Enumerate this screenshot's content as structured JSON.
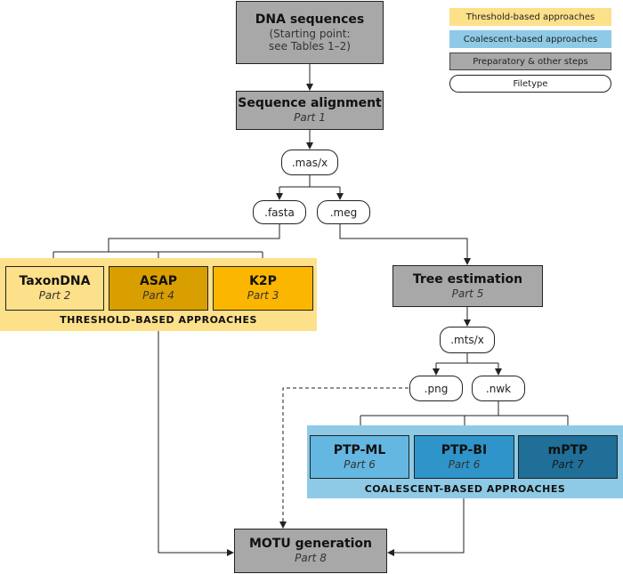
{
  "legend": [
    {
      "label": "Threshold-based approaches",
      "color": "#fde08a"
    },
    {
      "label": "Coalescent-based approaches",
      "color": "#8ecae6"
    },
    {
      "label": "Preparatory & other steps",
      "color": "#a8a8a8"
    },
    {
      "label": "Filetype",
      "color": "#ffffff"
    }
  ],
  "nodes": {
    "dna": {
      "title": "DNA sequences",
      "sub1": "(Starting point:",
      "sub2": "see Tables 1–2)"
    },
    "alignment": {
      "title": "Sequence alignment",
      "part": "Part 1"
    },
    "mas": {
      "label": ".mas/x"
    },
    "fasta": {
      "label": ".fasta"
    },
    "meg": {
      "label": ".meg"
    },
    "taxondna": {
      "title": "TaxonDNA",
      "part": "Part 2",
      "color": "#fde08a"
    },
    "asap": {
      "title": "ASAP",
      "part": "Part 4",
      "color": "#d99e00"
    },
    "k2p": {
      "title": "K2P",
      "part": "Part 3",
      "color": "#fbb600"
    },
    "tree": {
      "title": "Tree estimation",
      "part": "Part 5"
    },
    "mts": {
      "label": ".mts/x"
    },
    "png": {
      "label": ".png"
    },
    "nwk": {
      "label": ".nwk"
    },
    "ptpml": {
      "title": "PTP-ML",
      "part": "Part 6",
      "color": "#64b7e0"
    },
    "ptpbi": {
      "title": "PTP-BI",
      "part": "Part 6",
      "color": "#2f94c9"
    },
    "mptp": {
      "title": "mPTP",
      "part": "Part 7",
      "color": "#1f6f98"
    },
    "motu": {
      "title": "MOTU generation",
      "part": "Part 8"
    }
  },
  "regions": {
    "threshold": "THRESHOLD-BASED APPROACHES",
    "coalescent": "COALESCENT-BASED APPROACHES"
  }
}
